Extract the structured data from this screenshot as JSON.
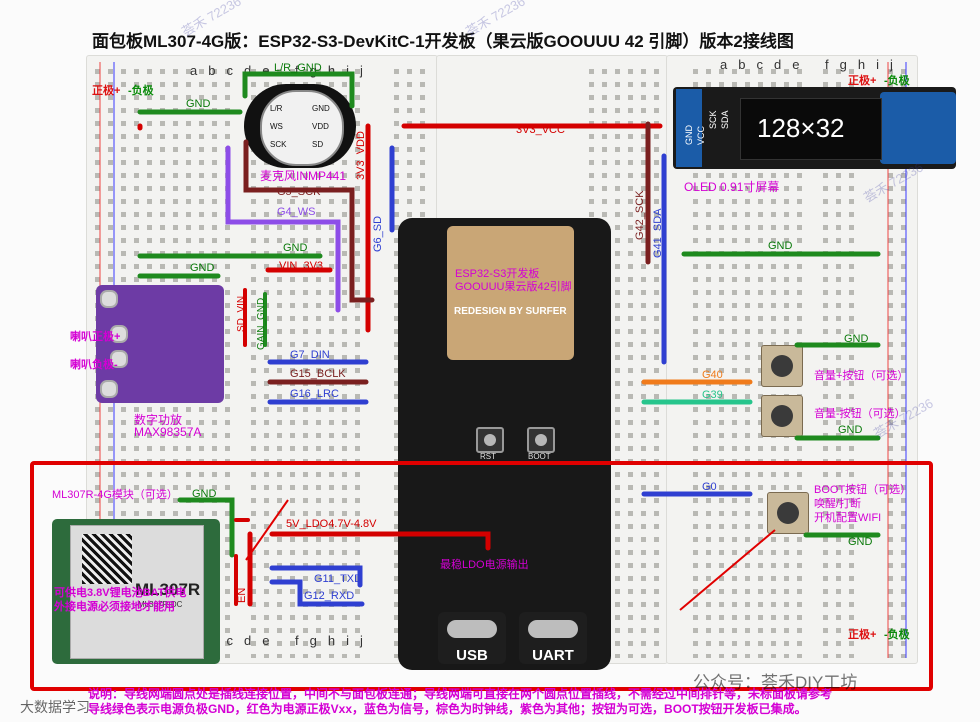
{
  "title": "面包板ML307-4G版：ESP32-S3-DevKitC-1开发板（果云版GOOUUU 42 引脚）版本2接线图",
  "breadboard": {
    "column_letters": "abcde fghij",
    "rail_positive": "正极+",
    "rail_negative": "-负极"
  },
  "oled": {
    "text": "128×32",
    "label": "OLED 0.91寸屏幕",
    "pins": [
      "GND",
      "VCC",
      "SCK",
      "SDA"
    ]
  },
  "mic": {
    "label": "麦克风INMP441",
    "pins": [
      "L/R",
      "WS",
      "SCK",
      "GND",
      "VDD",
      "SD"
    ]
  },
  "amp": {
    "label_line1": "数字功放",
    "label_line2": "MAX98357A",
    "spk_pos": "喇叭正极+",
    "spk_neg": "喇叭负极-"
  },
  "esp": {
    "label_line1": "ESP32-S3开发板",
    "label_line2": "GOOUUU果云版42引脚",
    "redesign": "REDESIGN BY SURFER",
    "usb": "USB",
    "uart": "UART"
  },
  "ml307": {
    "label": "ML307R-4G模块（可选）",
    "name": "ML307R",
    "sub": "ML307R-DC",
    "battery_note_line1": "可供电3.8V锂电池BAT供电",
    "battery_note_line2": "外接电源必须接地才能用"
  },
  "wires": {
    "lr_gnd": "L/R_GND",
    "gnd": "GND",
    "g5_sck": "G5_SCK",
    "g4_ws": "G4_WS",
    "v3v3_vdd": "3V3_VDD",
    "g6_sd": "G6_SD",
    "v3v3_vcc": "3V3_VCC",
    "g42_sck": "G42_SCK",
    "g41_sda": "G41_SDA",
    "vin_3v3": "VIN_3V3",
    "sd_vin": "SD_VIN",
    "gain_gnd": "GAIN_GND",
    "g7_din": "G7_DIN",
    "g15_bclk": "G15_BCLK",
    "g16_lrc": "G16_LRC",
    "g40": "G40",
    "g39": "G39",
    "g0": "G0",
    "v5_ldo": "5V_LDO4.7V-4.8V",
    "g11_txd": "G11_TXD",
    "g12_rxd": "G12_RXD",
    "en": "EN",
    "ldo_note": "最稳LDO电源输出"
  },
  "buttons": {
    "vol_up": "音量+按钮（可选）",
    "vol_down": "音量-按钮（可选）",
    "boot_line1": "BOOT按钮（可选）",
    "boot_line2": "唤醒/打断",
    "boot_line3": "开机配置WIFI",
    "rst": "RST",
    "boot": "BOOT"
  },
  "notes": {
    "line1": "说明：导线网端圆点处是插线连接位置，中间不与面包板连通；导线两端可直接在两个圆点位置插线，不需经过中间排针等，未标面板请参考",
    "line2": "导线绿色表示电源负极GND，红色为电源正极Vxx，蓝色为信号，棕色为时钟线，紫色为其他；按钮为可选，BOOT按钮开发板已集成。"
  },
  "footer": {
    "brand": "公众号：荟禾DIY工坊",
    "logo": "大数据学习"
  },
  "watermark": "荟禾 72236",
  "colors": {
    "gnd": "#1e8a1e",
    "power": "#d40000",
    "signal": "#2f3fd1",
    "clock": "#7a1f1f",
    "other": "#8d4de8",
    "g40": "#f07b1b",
    "g39": "#27c58c"
  }
}
